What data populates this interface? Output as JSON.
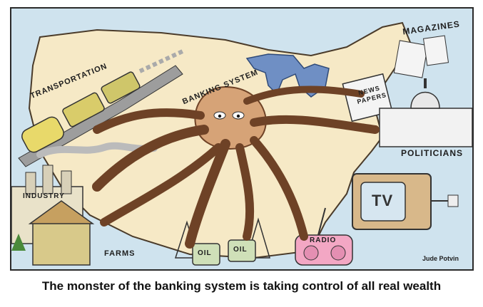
{
  "cartoon": {
    "labels": {
      "magazines": "MAGAZINES",
      "transportation": "TRANSPORTATION",
      "banking_system": "BANKING SYSTEM",
      "news_papers_line1": "NEWS",
      "news_papers_line2": "PAPERS",
      "politicians": "POLITICIANS",
      "industry": "INDUSTRY",
      "tv": "TV",
      "farms": "FARMS",
      "oil_left": "OIL",
      "oil_right": "OIL",
      "radio": "RADIO"
    },
    "signature": "Jude Potvin",
    "colors": {
      "sky": "#cfe3ee",
      "land": "#f6e9c6",
      "octopus": "#d6a377",
      "octopus_outline": "#6e4226",
      "lakes": "#6f8fc4",
      "radio": "#f3a7c4",
      "tv": "#d8b88a"
    }
  },
  "caption": "The monster of the banking system is taking control of all real wealth"
}
